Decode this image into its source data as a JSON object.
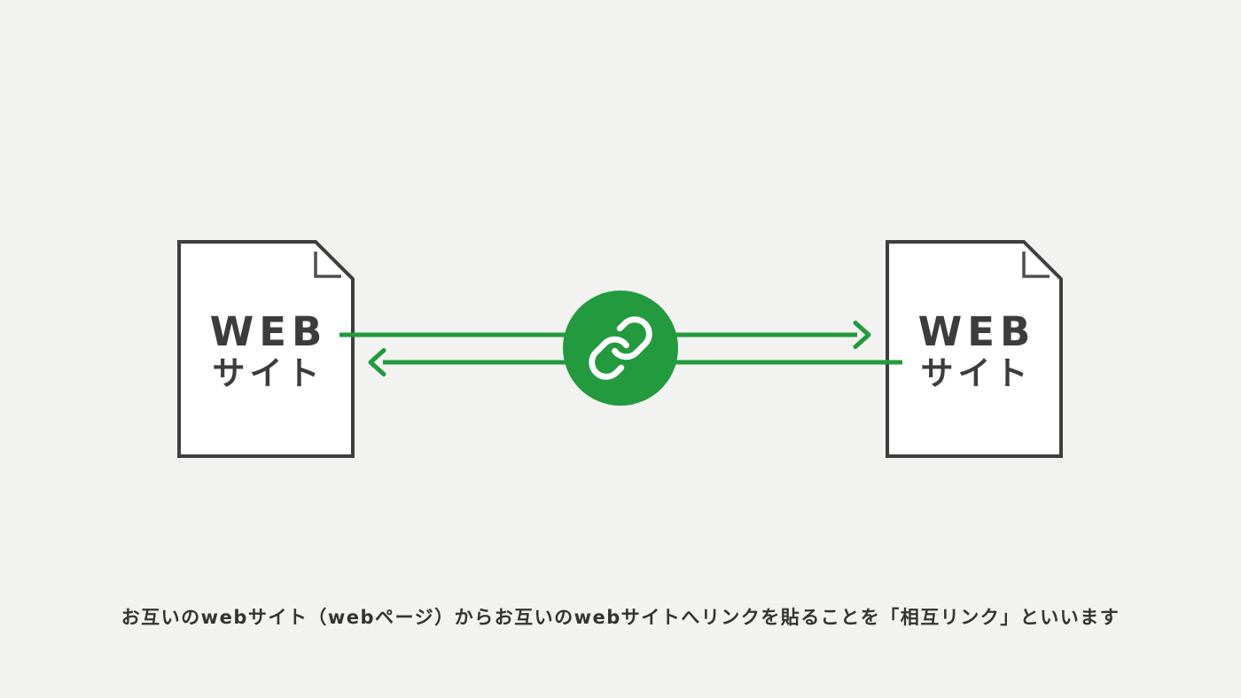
{
  "page": {
    "background": "#f2f2f0"
  },
  "websites": {
    "left": {
      "label_line1": "WEB",
      "label_line2": "サイト"
    },
    "right": {
      "label_line1": "WEB",
      "label_line2": "サイト"
    }
  },
  "link_hub": {
    "icon": "chain-link-icon",
    "circle_color": "#229a3d",
    "icon_color": "#ffffff"
  },
  "arrows": {
    "top": {
      "from": "left-website",
      "to": "right-website",
      "direction": "right"
    },
    "bottom": {
      "from": "right-website",
      "to": "left-website",
      "direction": "left"
    },
    "color": "#229a3d"
  },
  "caption": {
    "text": "お互いのwebサイト（webページ）からお互いのwebサイトへリンクを貼ることを「相互リンク」といいます"
  },
  "colors": {
    "background": "#f2f2f0",
    "accent_green": "#229a3d",
    "document_outline": "#3e3e3e",
    "document_fill": "#ffffff",
    "label_text": "#3c3c3c",
    "caption_text": "#333333"
  }
}
